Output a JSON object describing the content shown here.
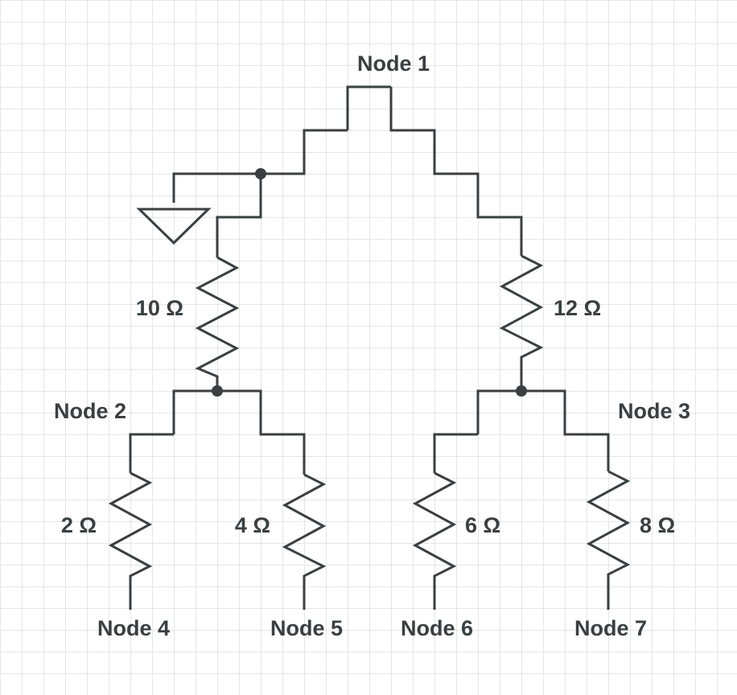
{
  "nodes": {
    "node1": "Node 1",
    "node2": "Node 2",
    "node3": "Node 3",
    "node4": "Node 4",
    "node5": "Node 5",
    "node6": "Node 6",
    "node7": "Node 7"
  },
  "resistors": {
    "r_left": "10 Ω",
    "r_right": "12 Ω",
    "r_node4": "2 Ω",
    "r_node5": "4 Ω",
    "r_node6": "6 Ω",
    "r_node7": "8 Ω"
  },
  "colors": {
    "wire": "#3a3f42",
    "grid": "#d6d6d6",
    "background": "#ffffff"
  },
  "icons": {
    "ground": "ground-icon"
  }
}
